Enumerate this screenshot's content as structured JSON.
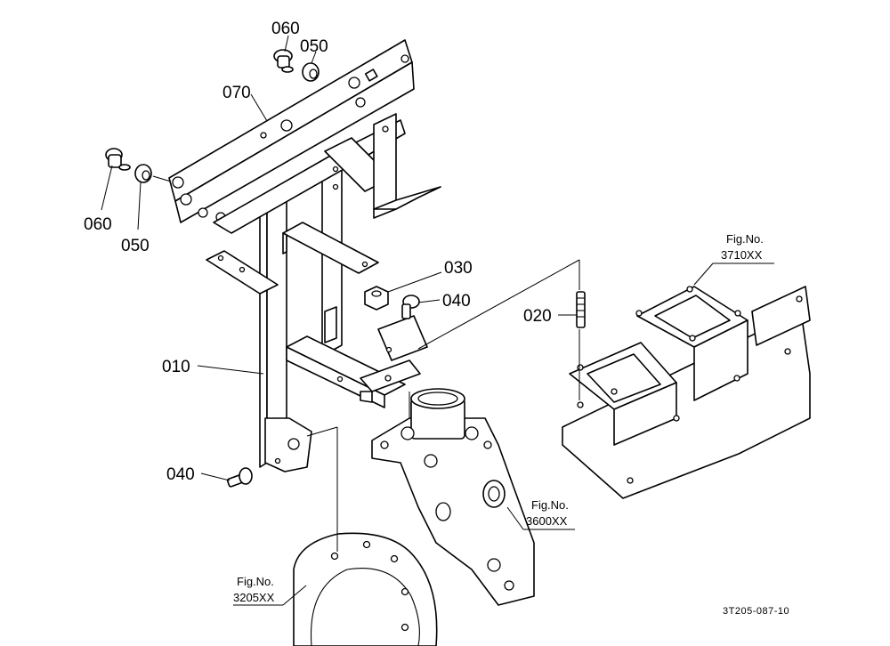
{
  "labels": {
    "p060_top": "060",
    "p050_top": "050",
    "p070": "070",
    "p060_left": "060",
    "p050_left": "050",
    "p030": "030",
    "p040_upper": "040",
    "p020": "020",
    "p010": "010",
    "p040_lower": "040"
  },
  "refs": {
    "fig_3710_title": "Fig.No.",
    "fig_3710_num": "3710XX",
    "fig_3600_title": "Fig.No.",
    "fig_3600_num": "3600XX",
    "fig_3205_title": "Fig.No.",
    "fig_3205_num": "3205XX"
  },
  "drawing_code": "3T205-087-10"
}
